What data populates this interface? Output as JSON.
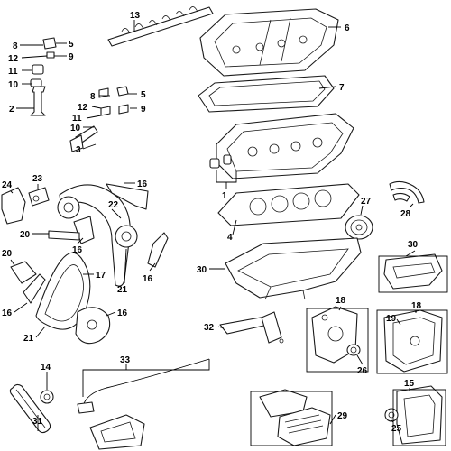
{
  "callouts": [
    {
      "id": "c13",
      "text": "13"
    },
    {
      "id": "c6",
      "text": "6"
    },
    {
      "id": "c8a",
      "text": "8"
    },
    {
      "id": "c5a",
      "text": "5"
    },
    {
      "id": "c12a",
      "text": "12"
    },
    {
      "id": "c9a",
      "text": "9"
    },
    {
      "id": "c11a",
      "text": "11"
    },
    {
      "id": "c10a",
      "text": "10"
    },
    {
      "id": "c2",
      "text": "2"
    },
    {
      "id": "c8b",
      "text": "8"
    },
    {
      "id": "c5b",
      "text": "5"
    },
    {
      "id": "c12b",
      "text": "12"
    },
    {
      "id": "c9b",
      "text": "9"
    },
    {
      "id": "c11b",
      "text": "11"
    },
    {
      "id": "c10b",
      "text": "10"
    },
    {
      "id": "c3",
      "text": "3"
    },
    {
      "id": "c7",
      "text": "7"
    },
    {
      "id": "c1",
      "text": "1"
    },
    {
      "id": "c24",
      "text": "24"
    },
    {
      "id": "c23",
      "text": "23"
    },
    {
      "id": "c16a",
      "text": "16"
    },
    {
      "id": "c22",
      "text": "22"
    },
    {
      "id": "c27",
      "text": "27"
    },
    {
      "id": "c28",
      "text": "28"
    },
    {
      "id": "c4",
      "text": "4"
    },
    {
      "id": "c20a",
      "text": "20"
    },
    {
      "id": "c16b",
      "text": "16"
    },
    {
      "id": "c16c",
      "text": "16"
    },
    {
      "id": "c21a",
      "text": "21"
    },
    {
      "id": "c20b",
      "text": "20"
    },
    {
      "id": "c17",
      "text": "17"
    },
    {
      "id": "c30a",
      "text": "30"
    },
    {
      "id": "c30b",
      "text": "30"
    },
    {
      "id": "c16d",
      "text": "16"
    },
    {
      "id": "c16e",
      "text": "16"
    },
    {
      "id": "c21b",
      "text": "21"
    },
    {
      "id": "c18a",
      "text": "18"
    },
    {
      "id": "c18b",
      "text": "18"
    },
    {
      "id": "c19",
      "text": "19"
    },
    {
      "id": "c32",
      "text": "32"
    },
    {
      "id": "c26",
      "text": "26"
    },
    {
      "id": "c33",
      "text": "33"
    },
    {
      "id": "c14",
      "text": "14"
    },
    {
      "id": "c15",
      "text": "15"
    },
    {
      "id": "c29",
      "text": "29"
    },
    {
      "id": "c25",
      "text": "25"
    },
    {
      "id": "c31",
      "text": "31"
    }
  ]
}
